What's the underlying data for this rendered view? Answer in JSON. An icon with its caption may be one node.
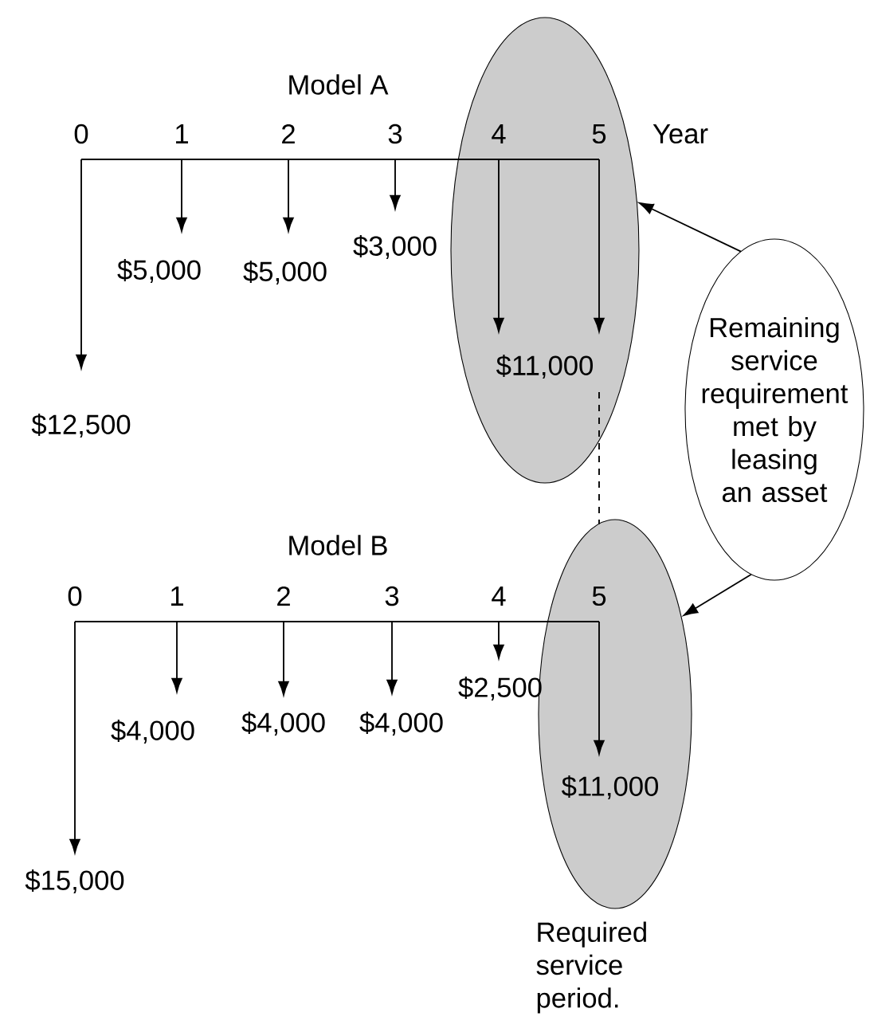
{
  "diagram": {
    "nodes": [
      {
        "text": [],
        "shape": "ellipse"
      },
      {
        "text": [
          "Remaining service requirement met by leasing an asset"
        ]
      },
      {
        "text": [],
        "shape": "ellipse",
        "beside": [
          "Required service period."
        ]
      }
    ],
    "edges": [
      {
        "from": 1,
        "to": 0,
        "arrow": "to"
      },
      {
        "from": 0,
        "to": 2,
        "arrow": "none",
        "style": "dashed"
      },
      {
        "from": 1,
        "to": 2,
        "arrow": "to"
      }
    ],
    "labels": [
      "Model A",
      "0",
      "1",
      "2",
      "3",
      "4",
      "5",
      "Year",
      "$5,000",
      "$5,000",
      "$3,000",
      "$11,000",
      "$12,500",
      "Model B",
      "0",
      "1",
      "2",
      "3",
      "4",
      "5",
      "$2,500",
      "$4,000",
      "$4,000",
      "$4,000",
      "$11,000",
      "$15,000"
    ]
  }
}
